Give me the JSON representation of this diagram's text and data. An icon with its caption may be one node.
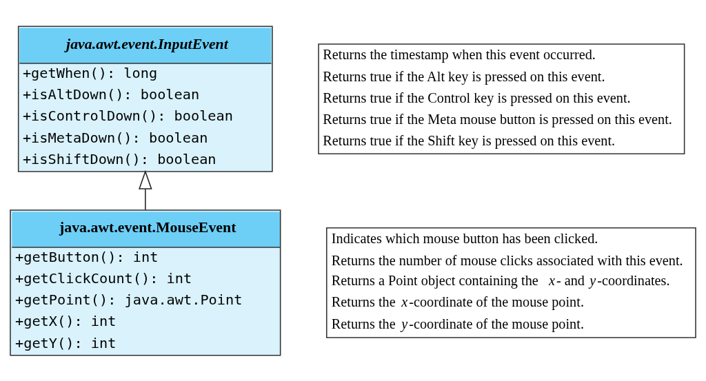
{
  "diagram": {
    "nodes": [
      {
        "text": [
          "java.awt.event.InputEvent",
          "+getWhen(): long",
          "+isAltDown(): boolean",
          "+isControlDown(): boolean",
          "+isMetaDown(): boolean",
          "+isShiftDown(): boolean"
        ]
      },
      {
        "text": [
          "Returns the timestamp when this event occurred.",
          "Returns true if the Alt key is pressed on this event.",
          "Returns true if the Control key is pressed on this event.",
          "Returns true if the Meta mouse button is pressed on this event.",
          "Returns true if the Shift key is pressed on this event."
        ]
      },
      {
        "text": [
          "java.awt.event.MouseEvent",
          "+getButton(): int",
          "+getClickCount(): int",
          "+getPoint(): java.awt.Point",
          "+getX(): int",
          "+getY(): int"
        ]
      },
      {
        "text": [
          "Indicates which mouse button has been clicked.",
          "Returns the number of mouse clicks associated with this event.",
          "Returns a Point object containing the *x*- and *y*-coordinates.",
          "Returns the *x*-coordinate of the mouse point.",
          "Returns the *y*-coordinate of the mouse point."
        ]
      }
    ],
    "edges": [
      {
        "from": 2,
        "to": 0,
        "arrow": "to"
      }
    ]
  }
}
